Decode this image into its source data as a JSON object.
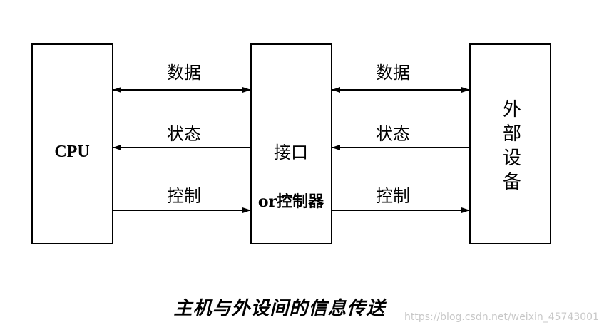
{
  "blocks": {
    "cpu": "CPU",
    "interface_line1": "接口",
    "interface_line2": "or控制器",
    "external_chars": [
      "外",
      "部",
      "设",
      "备"
    ]
  },
  "left_links": {
    "data": "数据",
    "status": "状态",
    "control": "控制"
  },
  "right_links": {
    "data": "数据",
    "status": "状态",
    "control": "控制"
  },
  "caption": "主机与外设间的信息传送",
  "watermark": "https://blog.csdn.net/weixin_45743001"
}
